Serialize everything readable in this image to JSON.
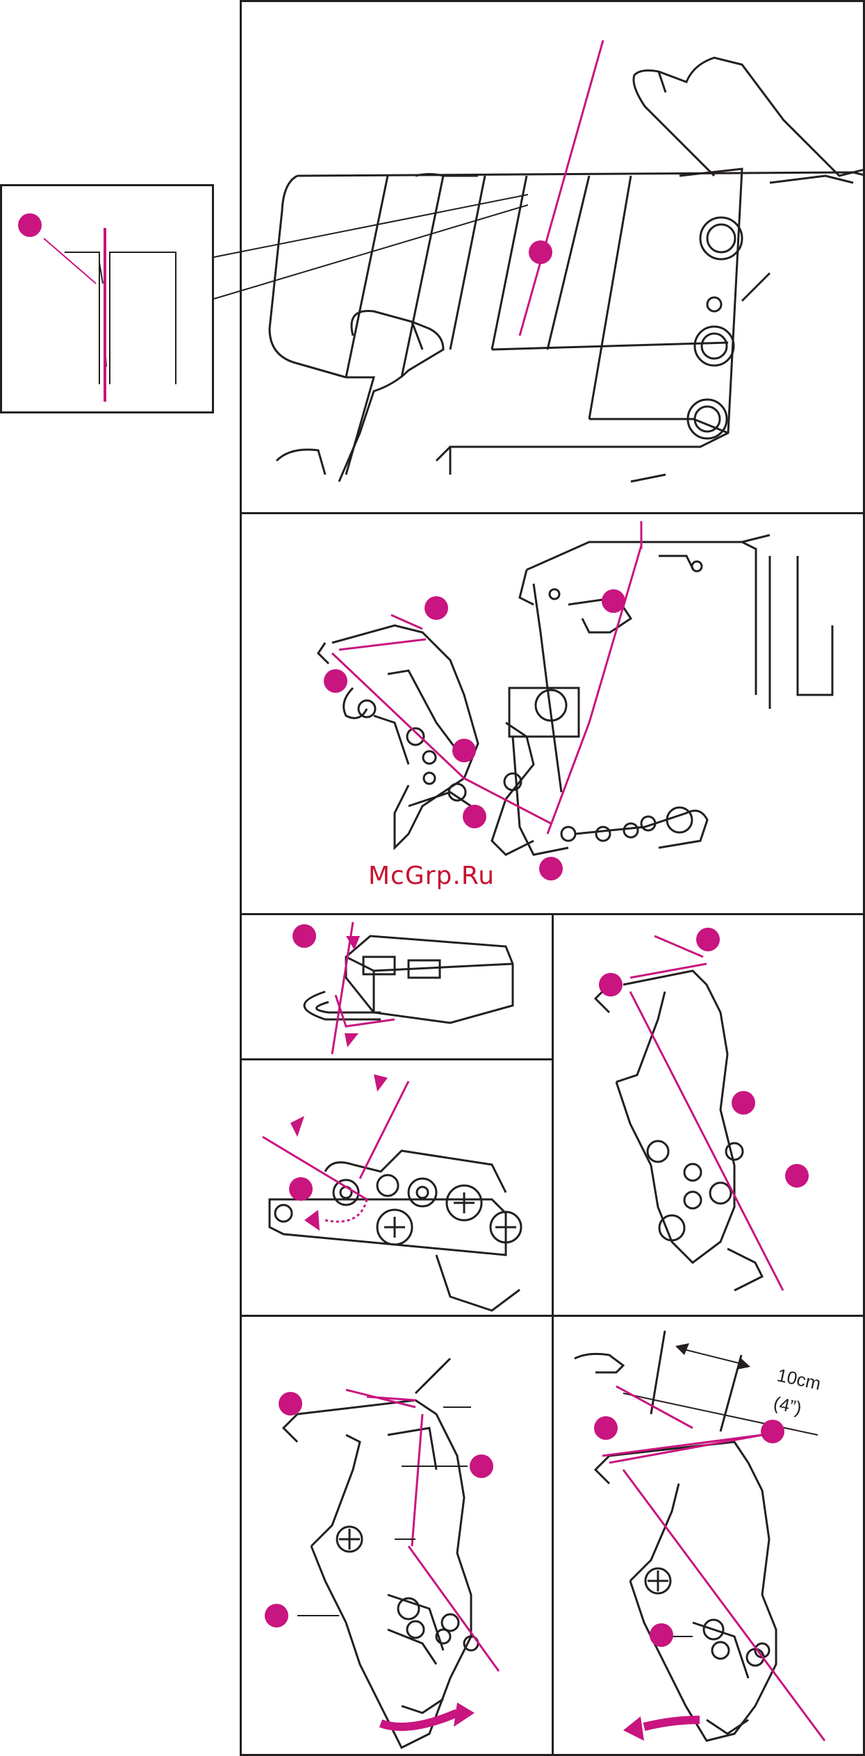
{
  "watermark": "McGrp.Ru",
  "measure": {
    "metric": "10cm",
    "imperial": "(4”)"
  },
  "colors": {
    "accent": "#c8157f",
    "line": "#231f20"
  }
}
